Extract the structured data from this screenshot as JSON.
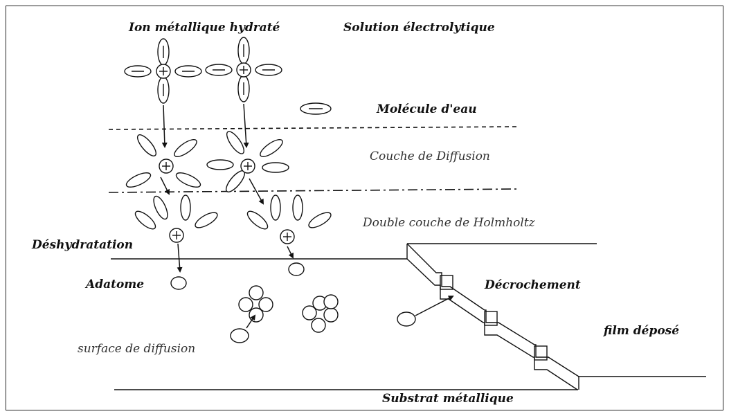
{
  "labels": {
    "hydrated_ion": "Ion métallique hydraté",
    "solution": "Solution électrolytique",
    "water_molecule": "Molécule d'eau",
    "diffusion_layer": "Couche de Diffusion",
    "helmholtz_layer": "Double couche de Holmholtz",
    "dehydration": "Déshydratation",
    "adatom": "Adatome",
    "step": "Décrochement",
    "deposited_film": "film déposé",
    "surface_diffusion": "surface de diffusion",
    "substrate": "Substrat métallique"
  },
  "symbols": {
    "cation": "+",
    "dipole": "−"
  },
  "colors": {
    "ink": "#111111",
    "background": "#ffffff"
  }
}
